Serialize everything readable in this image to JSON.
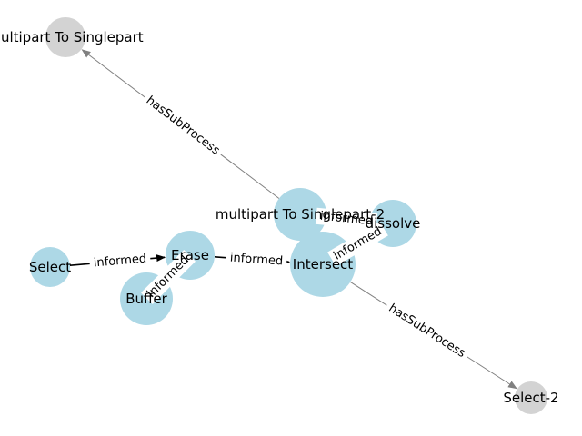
{
  "colors": {
    "process_node": "#add8e6",
    "context_node": "#d3d3d3",
    "informed_edge": "#000000",
    "subprocess_edge": "#808080",
    "label_bg": "#ffffff"
  },
  "nodes": {
    "multipart_to_singlepart": {
      "label": "multipart To Singlepart",
      "kind": "context"
    },
    "multipart_to_singlepart_2": {
      "label": "multipart To Singlepart-2",
      "kind": "process"
    },
    "dissolve": {
      "label": "dissolve",
      "kind": "process"
    },
    "intersect": {
      "label": "Intersect",
      "kind": "process"
    },
    "erase": {
      "label": "Erase",
      "kind": "process"
    },
    "select": {
      "label": "Select",
      "kind": "process"
    },
    "buffer": {
      "label": "Buffer",
      "kind": "process"
    },
    "select_2": {
      "label": "Select-2",
      "kind": "context"
    }
  },
  "edges": [
    {
      "from": "multipart_to_singlepart_2",
      "to": "multipart_to_singlepart",
      "label": "hasSubProcess",
      "kind": "subprocess"
    },
    {
      "from": "intersect",
      "to": "select_2",
      "label": "hasSubProcess",
      "kind": "subprocess"
    },
    {
      "from": "select",
      "to": "erase",
      "label": "informed",
      "kind": "informed"
    },
    {
      "from": "erase",
      "to": "intersect",
      "label": "informed",
      "kind": "informed"
    },
    {
      "from": "buffer",
      "to": "erase",
      "label": "informed",
      "kind": "informed"
    },
    {
      "from": "multipart_to_singlepart_2",
      "to": "dissolve",
      "label": "informed",
      "kind": "informed"
    },
    {
      "from": "intersect",
      "to": "dissolve",
      "label": "informed",
      "kind": "informed"
    }
  ]
}
